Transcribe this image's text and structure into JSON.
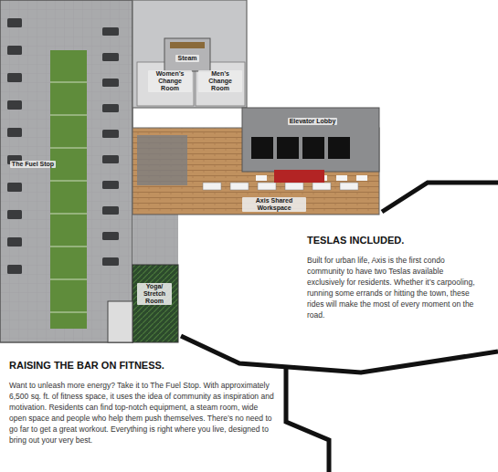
{
  "diagram": {
    "nodes": [
      {
        "text": [
          "Steam"
        ]
      },
      {
        "text": [
          "Women’s Change Room"
        ]
      },
      {
        "text": [
          "Men’s Change Room"
        ]
      },
      {
        "text": [
          "Elevator Lobby"
        ]
      },
      {
        "text": [
          "The Fuel Stop"
        ]
      },
      {
        "text": [
          "Axis Shared Workspace"
        ]
      },
      {
        "text": [
          "TESLAS INCLUDED.",
          "Built for urban life, Axis is the first condo community to have two Teslas available exclusively for residents. Whether it’s carpooling, running some errands or hitting the town, these rides will make the most of every moment on the road."
        ]
      },
      {
        "text": [
          "Yoga/ Stretch Room"
        ]
      },
      {
        "text": [
          "RAISING THE BAR ON FITNESS.",
          "Want to unleash more energy? Take it to The Fuel Stop. With approximately 6,500 sq. ft. of fitness space, it uses the idea of community as inspiration and motivation. Residents can find top-notch equipment, a steam room, wide open space and people who help them push themselves. There’s no need to go far to get a great workout. Everything is right where you live, designed to bring out your very best."
        ]
      }
    ]
  }
}
